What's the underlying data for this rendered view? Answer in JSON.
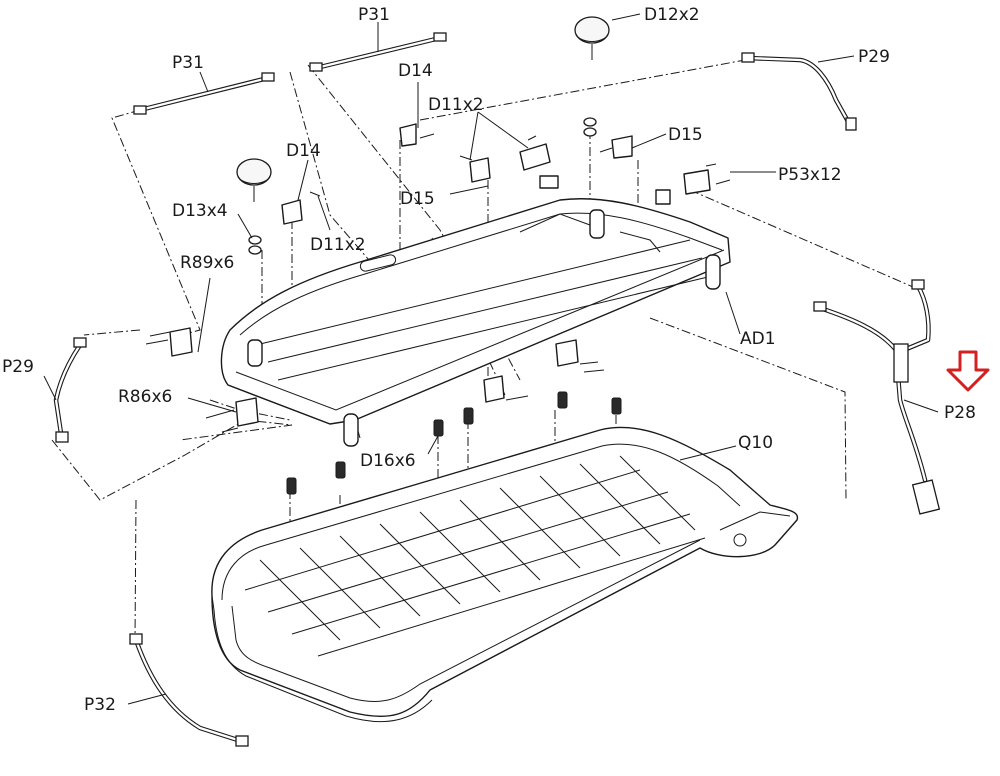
{
  "labels": {
    "p31_top": "P31",
    "d12": "D12x2",
    "p31_left": "P31",
    "p29_right": "P29",
    "d14_top": "D14",
    "d11_top": "D11x2",
    "d15_right": "D15",
    "d14_left": "D14",
    "d15_center": "D15",
    "p53": "P53x12",
    "d13": "D13x4",
    "d11_left": "D11x2",
    "r89": "R89x6",
    "p29_left": "P29",
    "ad1": "AD1",
    "p28": "P28",
    "r86": "R86x6",
    "q10": "Q10",
    "d16": "D16x6",
    "p32": "P32"
  },
  "colors": {
    "line": "#1a1a1a",
    "highlight_arrow": "#d42020",
    "background": "#ffffff"
  },
  "icons": {
    "highlight": "down-arrow-icon"
  }
}
